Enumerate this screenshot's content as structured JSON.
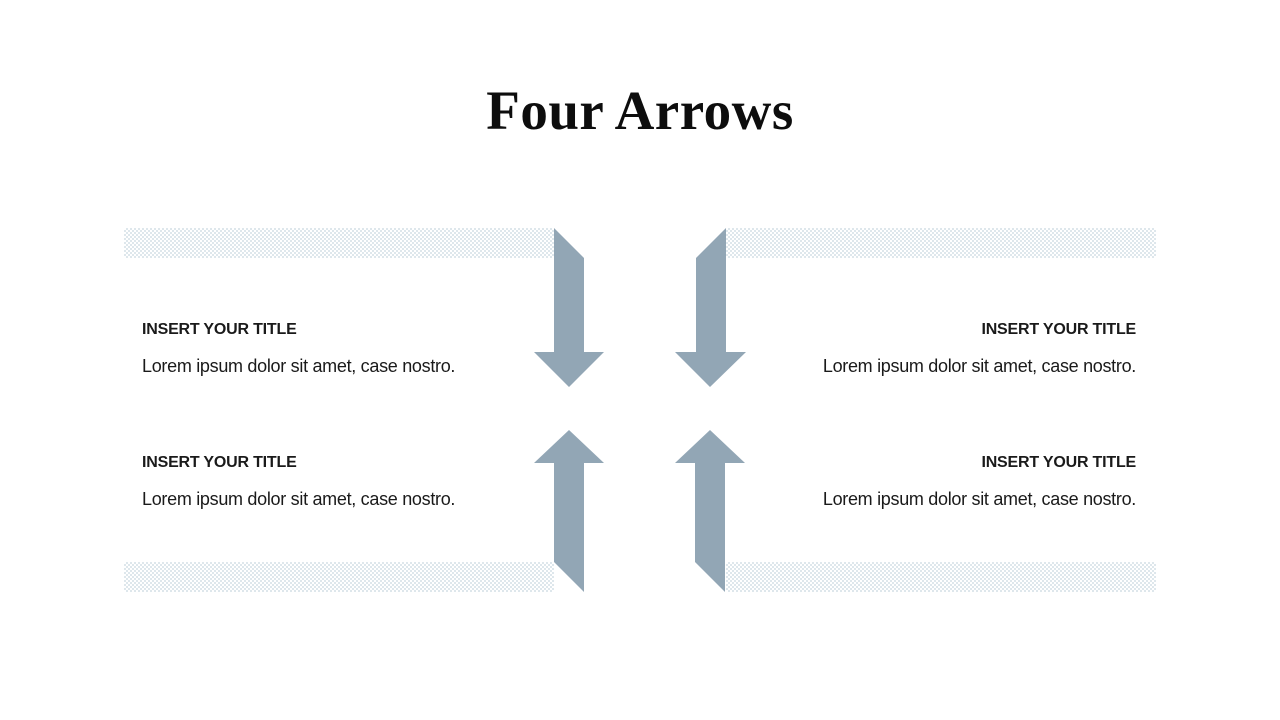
{
  "slide": {
    "title": "Four Arrows"
  },
  "blocks": [
    {
      "position": "top-left",
      "title": "INSERT YOUR TITLE",
      "body": "Lorem ipsum dolor sit amet, case nostro."
    },
    {
      "position": "top-right",
      "title": "INSERT YOUR TITLE",
      "body": "Lorem ipsum dolor sit amet, case nostro."
    },
    {
      "position": "bottom-left",
      "title": "INSERT YOUR TITLE",
      "body": "Lorem ipsum dolor sit amet, case nostro."
    },
    {
      "position": "bottom-right",
      "title": "INSERT YOUR TITLE",
      "body": "Lorem ipsum dolor sit amet, case nostro."
    }
  ],
  "icons": [
    {
      "name": "down-arrow-left-icon"
    },
    {
      "name": "down-arrow-right-icon"
    },
    {
      "name": "up-arrow-left-icon"
    },
    {
      "name": "up-arrow-right-icon"
    }
  ],
  "theme": {
    "arrow_color": "#92a6b5",
    "bar_color": "#dee7ec",
    "title_color": "#0d0d0d",
    "text_color": "#1a1a1a"
  }
}
